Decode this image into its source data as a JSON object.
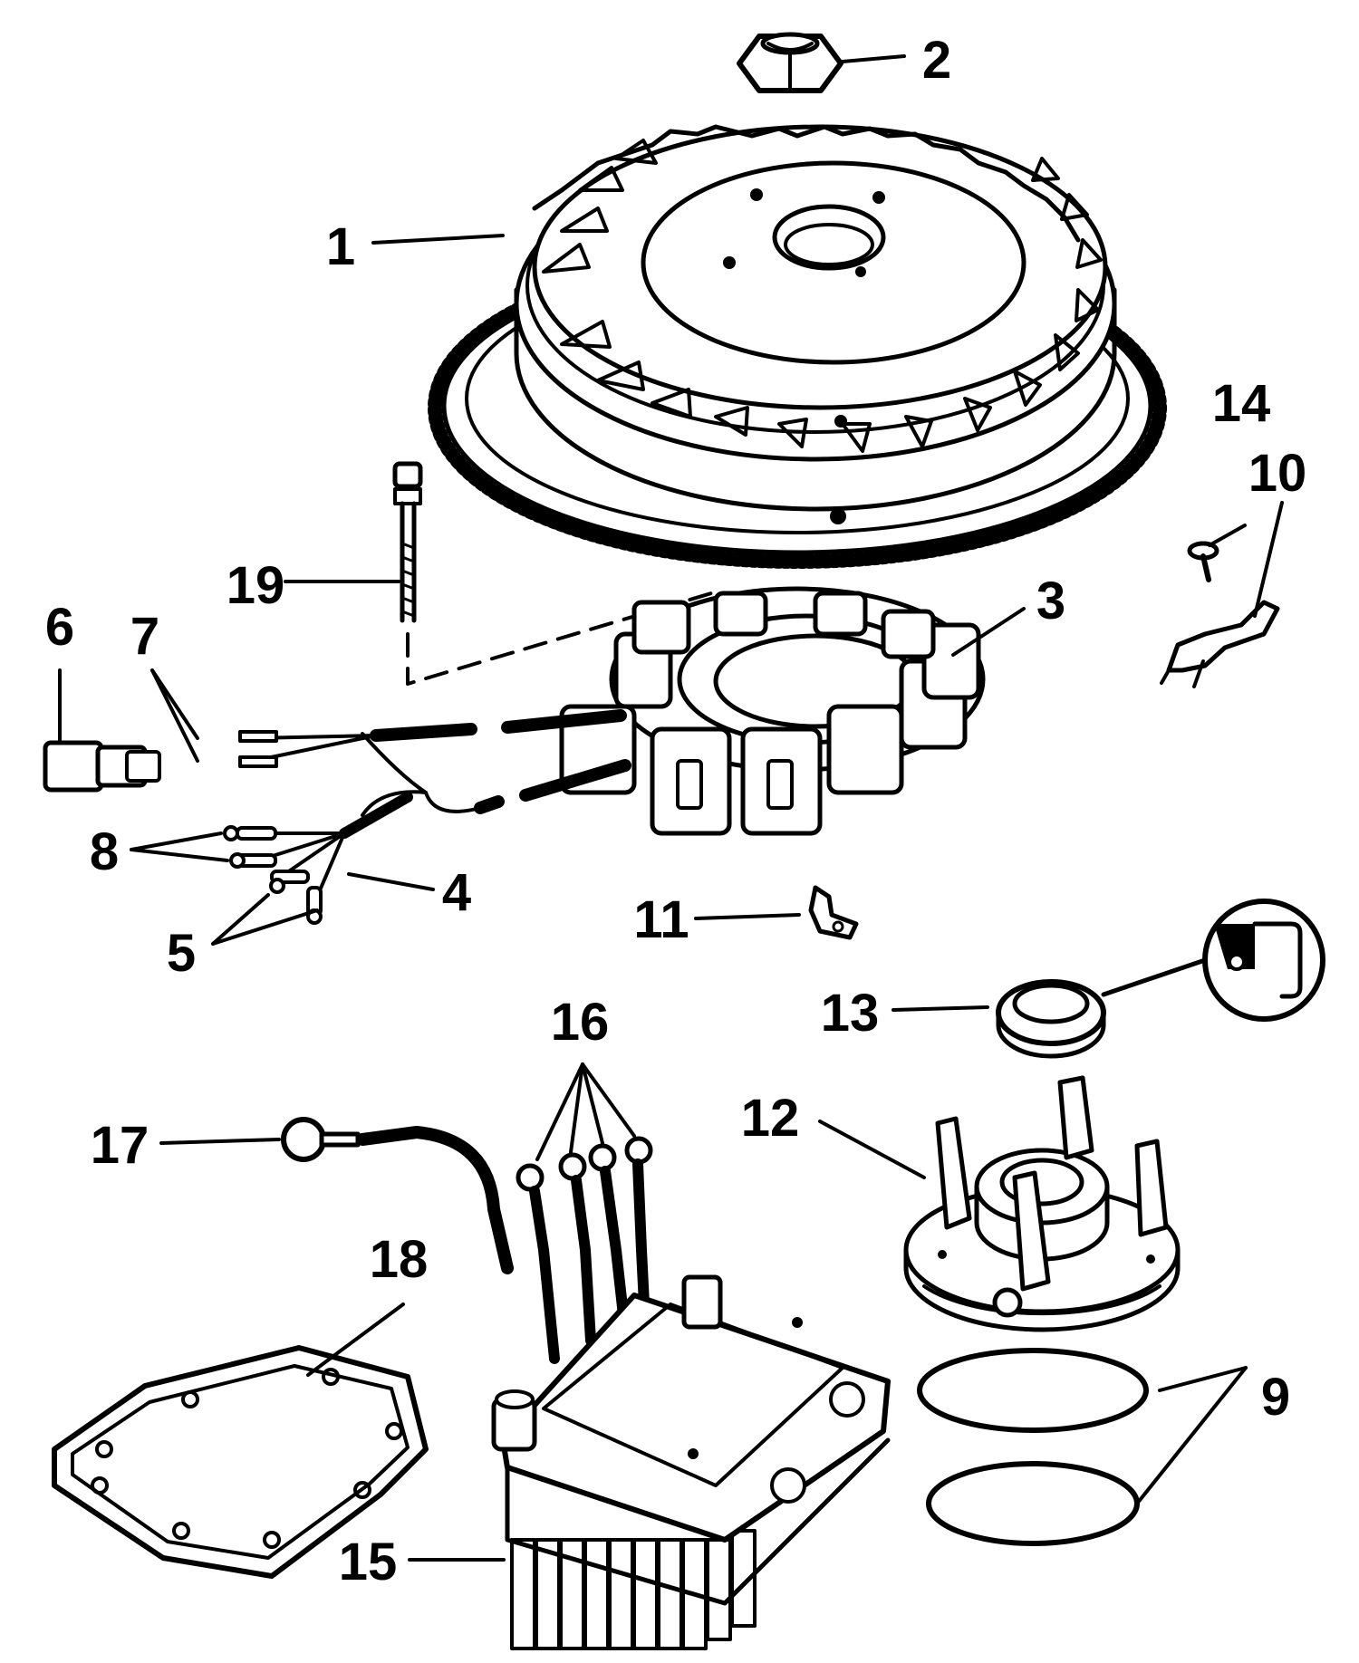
{
  "colors": {
    "ink": "#000000",
    "paper": "#ffffff"
  },
  "callouts": [
    {
      "id": "1",
      "label": "1"
    },
    {
      "id": "2",
      "label": "2"
    },
    {
      "id": "3",
      "label": "3"
    },
    {
      "id": "4",
      "label": "4"
    },
    {
      "id": "5",
      "label": "5"
    },
    {
      "id": "6",
      "label": "6"
    },
    {
      "id": "7",
      "label": "7"
    },
    {
      "id": "8",
      "label": "8"
    },
    {
      "id": "9",
      "label": "9"
    },
    {
      "id": "10",
      "label": "10"
    },
    {
      "id": "11",
      "label": "11"
    },
    {
      "id": "12",
      "label": "12"
    },
    {
      "id": "13",
      "label": "13"
    },
    {
      "id": "14",
      "label": "14"
    },
    {
      "id": "15",
      "label": "15"
    },
    {
      "id": "16",
      "label": "16"
    },
    {
      "id": "17",
      "label": "17"
    },
    {
      "id": "18",
      "label": "18"
    },
    {
      "id": "19",
      "label": "19"
    }
  ]
}
